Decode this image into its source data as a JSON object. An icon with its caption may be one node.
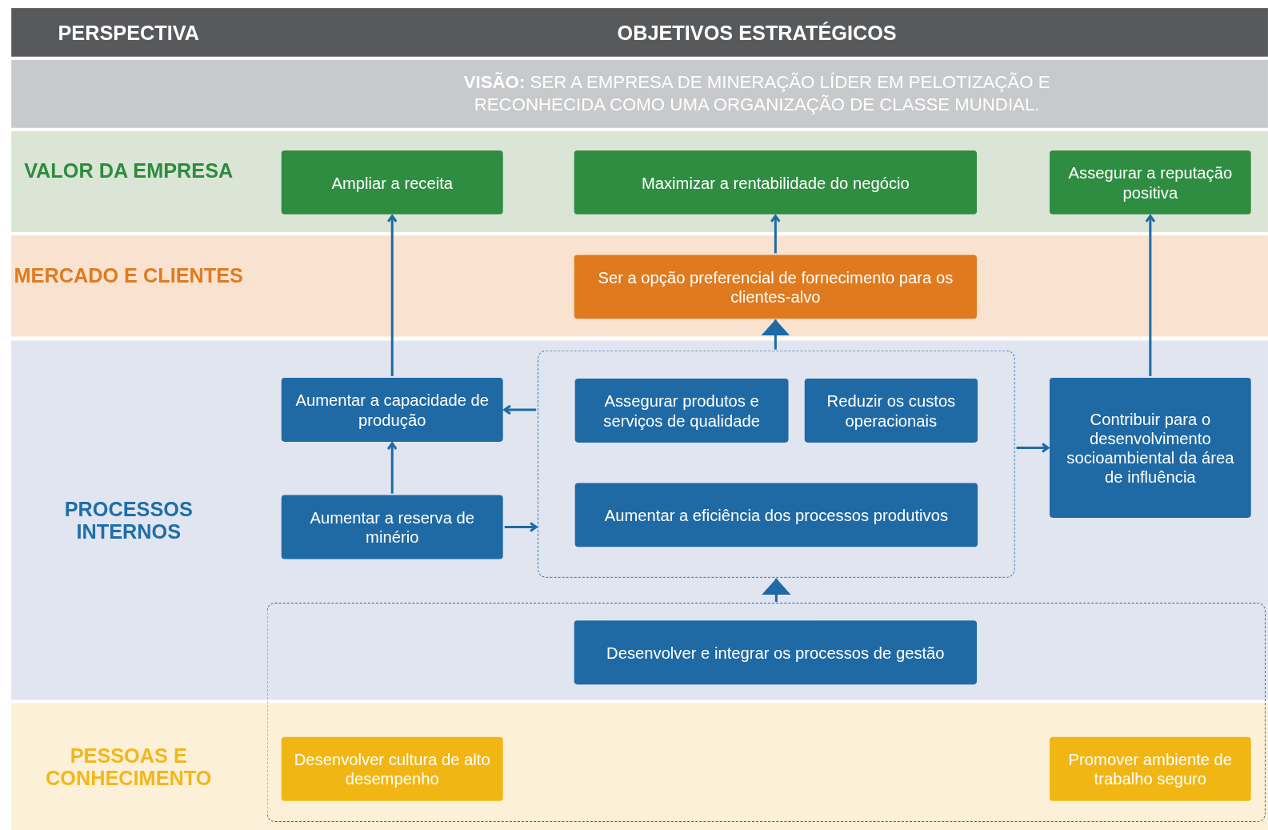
{
  "diagram": {
    "nodes": [
      {
        "text": [
          "**VISÃO:** SER A EMPRESA DE MINERAÇÃO LÍDER EM PELOTIZAÇÃO E RECONHECIDA COMO UMA ORGANIZAÇÃO DE CLASSE MUNDIAL."
        ]
      },
      {
        "text": [
          "VALOR DA EMPRESA"
        ]
      },
      {
        "text": [
          "Ampliar a receita"
        ],
        "in": 1
      },
      {
        "text": [
          "Maximizar a rentabilidade do negócio"
        ],
        "in": 1
      },
      {
        "text": [
          "Assegurar a reputação positiva"
        ],
        "in": 1
      },
      {
        "text": [
          "MERCADO E CLIENTES"
        ]
      },
      {
        "text": [
          "Ser a opção preferencial de fornecimento para os clientes-alvo"
        ],
        "in": 5
      },
      {
        "text": [
          "PROCESSOS INTERNOS"
        ]
      },
      {
        "text": [
          "Aumentar a capacidade de produção"
        ],
        "in": 7
      },
      {
        "text": [],
        "shape": "box",
        "in": 7
      },
      {
        "text": [
          "Assegurar produtos e serviços de qualidade"
        ],
        "in": 9
      },
      {
        "text": [
          "Reduzir os custos operacionais"
        ],
        "in": 9
      },
      {
        "text": [
          "Contribuir para o desenvolvimento socioambiental da área de influência"
        ],
        "in": 7
      },
      {
        "text": [
          "Aumentar a reserva de minério"
        ],
        "in": 7
      },
      {
        "text": [
          "Aumentar a eficiência dos processos produtivos"
        ],
        "in": 9
      },
      {
        "text": [
          "PESSOAS E CONHECIMENTO"
        ]
      },
      {
        "text": [],
        "shape": "box"
      },
      {
        "text": [
          "Desenvolver e integrar os processos de gestão"
        ]
      },
      {
        "text": [
          "Desenvolver cultura de alto desempenho"
        ]
      },
      {
        "text": [
          "Promover ambiente de trabalho seguro"
        ]
      }
    ],
    "edges": [
      {
        "from": 8,
        "to": 2,
        "arrow": "to"
      },
      {
        "from": 6,
        "to": 3,
        "arrow": "to"
      },
      {
        "from": 12,
        "to": 4,
        "arrow": "to"
      },
      {
        "from": 13,
        "to": 8,
        "arrow": "to"
      },
      {
        "from": 13,
        "to": 9,
        "arrow": "to"
      },
      {
        "from": 9,
        "to": 8,
        "arrow": "to"
      },
      {
        "from": 9,
        "to": 6,
        "arrow": "to"
      },
      {
        "from": 9,
        "to": 12,
        "arrow": "to"
      },
      {
        "from": 16,
        "to": 9,
        "arrow": "to"
      }
    ],
    "labels": [
      "PERSPECTIVA",
      "OBJETIVOS ESTRATÉGICOS"
    ]
  }
}
